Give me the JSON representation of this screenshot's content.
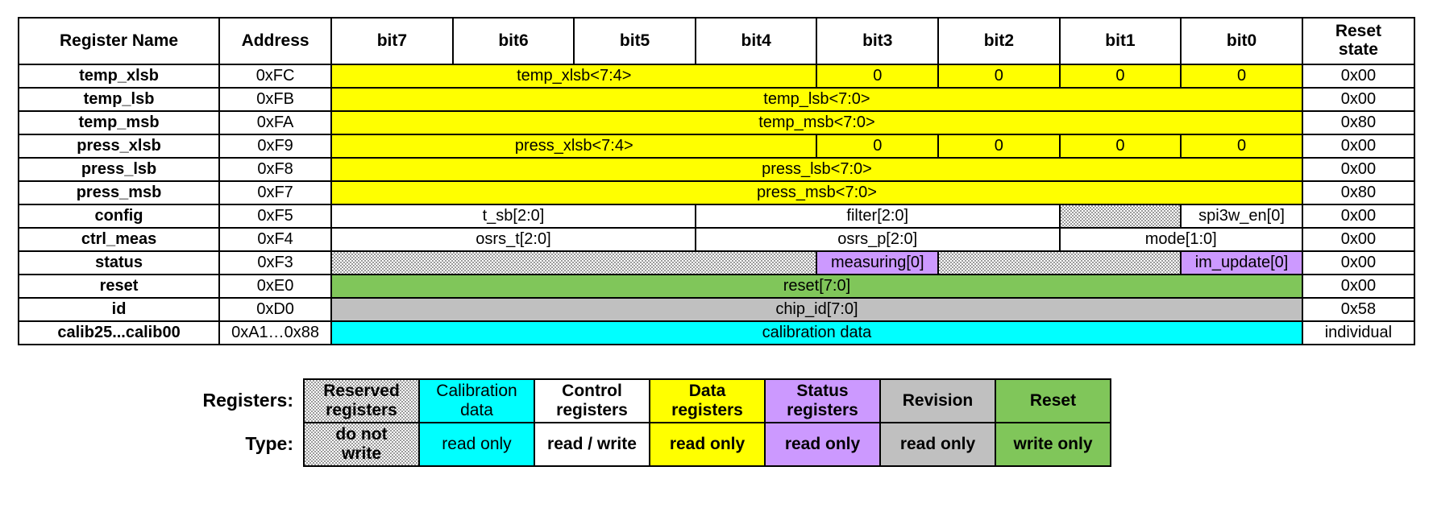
{
  "table": {
    "headers": [
      "Register Name",
      "Address",
      "bit7",
      "bit6",
      "bit5",
      "bit4",
      "bit3",
      "bit2",
      "bit1",
      "bit0",
      "Reset state"
    ],
    "header_reset_line1": "Reset",
    "header_reset_line2": "state",
    "rows": [
      {
        "name": "temp_xlsb",
        "address": "0xFC",
        "reset": "0x00",
        "cells": [
          {
            "text": "temp_xlsb<7:4>",
            "span": 4,
            "fill": "data"
          },
          {
            "text": "0",
            "span": 1,
            "fill": "data"
          },
          {
            "text": "0",
            "span": 1,
            "fill": "data"
          },
          {
            "text": "0",
            "span": 1,
            "fill": "data"
          },
          {
            "text": "0",
            "span": 1,
            "fill": "data"
          }
        ]
      },
      {
        "name": "temp_lsb",
        "address": "0xFB",
        "reset": "0x00",
        "cells": [
          {
            "text": "temp_lsb<7:0>",
            "span": 8,
            "fill": "data"
          }
        ]
      },
      {
        "name": "temp_msb",
        "address": "0xFA",
        "reset": "0x80",
        "cells": [
          {
            "text": "temp_msb<7:0>",
            "span": 8,
            "fill": "data"
          }
        ]
      },
      {
        "name": "press_xlsb",
        "address": "0xF9",
        "reset": "0x00",
        "cells": [
          {
            "text": "press_xlsb<7:4>",
            "span": 4,
            "fill": "data"
          },
          {
            "text": "0",
            "span": 1,
            "fill": "data"
          },
          {
            "text": "0",
            "span": 1,
            "fill": "data"
          },
          {
            "text": "0",
            "span": 1,
            "fill": "data"
          },
          {
            "text": "0",
            "span": 1,
            "fill": "data"
          }
        ]
      },
      {
        "name": "press_lsb",
        "address": "0xF8",
        "reset": "0x00",
        "cells": [
          {
            "text": "press_lsb<7:0>",
            "span": 8,
            "fill": "data"
          }
        ]
      },
      {
        "name": "press_msb",
        "address": "0xF7",
        "reset": "0x80",
        "cells": [
          {
            "text": "press_msb<7:0>",
            "span": 8,
            "fill": "data"
          }
        ]
      },
      {
        "name": "config",
        "address": "0xF5",
        "reset": "0x00",
        "cells": [
          {
            "text": "t_sb[2:0]",
            "span": 3,
            "fill": "control"
          },
          {
            "text": "filter[2:0]",
            "span": 3,
            "fill": "control"
          },
          {
            "text": "",
            "span": 1,
            "fill": "reserved"
          },
          {
            "text": "spi3w_en[0]",
            "span": 1,
            "fill": "control"
          }
        ]
      },
      {
        "name": "ctrl_meas",
        "address": "0xF4",
        "reset": "0x00",
        "cells": [
          {
            "text": "osrs_t[2:0]",
            "span": 3,
            "fill": "control"
          },
          {
            "text": "osrs_p[2:0]",
            "span": 3,
            "fill": "control"
          },
          {
            "text": "mode[1:0]",
            "span": 2,
            "fill": "control"
          }
        ]
      },
      {
        "name": "status",
        "address": "0xF3",
        "reset": "0x00",
        "cells": [
          {
            "text": "",
            "span": 4,
            "fill": "reserved"
          },
          {
            "text": "measuring[0]",
            "span": 1,
            "fill": "status"
          },
          {
            "text": "",
            "span": 2,
            "fill": "reserved"
          },
          {
            "text": "im_update[0]",
            "span": 1,
            "fill": "status"
          }
        ]
      },
      {
        "name": "reset",
        "address": "0xE0",
        "reset": "0x00",
        "cells": [
          {
            "text": "reset[7:0]",
            "span": 8,
            "fill": "reset"
          }
        ]
      },
      {
        "name": "id",
        "address": "0xD0",
        "reset": "0x58",
        "cells": [
          {
            "text": "chip_id[7:0]",
            "span": 8,
            "fill": "rev"
          }
        ]
      },
      {
        "name": "calib25...calib00",
        "address": "0xA1…0x88",
        "reset": "individual",
        "cells": [
          {
            "text": "calibration data",
            "span": 8,
            "fill": "calib"
          }
        ]
      }
    ]
  },
  "legend": {
    "row_labels": {
      "registers": "Registers:",
      "type": "Type:"
    },
    "entries": [
      {
        "registers_line1": "Reserved",
        "registers_line2": "registers",
        "type_line1": "do not",
        "type_line2": "write",
        "fill": "reserved",
        "type_bold": true,
        "reg_bold": true
      },
      {
        "registers_line1": "Calibration",
        "registers_line2": "data",
        "type_line1": "read only",
        "type_line2": "",
        "fill": "calib",
        "type_bold": false,
        "reg_bold": false
      },
      {
        "registers_line1": "Control",
        "registers_line2": "registers",
        "type_line1": "read / write",
        "type_line2": "",
        "fill": "control",
        "type_bold": true,
        "reg_bold": true
      },
      {
        "registers_line1": "Data",
        "registers_line2": "registers",
        "type_line1": "read only",
        "type_line2": "",
        "fill": "data",
        "type_bold": true,
        "reg_bold": true
      },
      {
        "registers_line1": "Status",
        "registers_line2": "registers",
        "type_line1": "read only",
        "type_line2": "",
        "fill": "status",
        "type_bold": true,
        "reg_bold": true
      },
      {
        "registers_line1": "Revision",
        "registers_line2": "",
        "type_line1": "read only",
        "type_line2": "",
        "fill": "rev",
        "type_bold": true,
        "reg_bold": true
      },
      {
        "registers_line1": "Reset",
        "registers_line2": "",
        "type_line1": "write only",
        "type_line2": "",
        "fill": "reset",
        "type_bold": true,
        "reg_bold": true
      }
    ]
  },
  "colors": {
    "data_registers": "#ffff00",
    "status_registers": "#cc99ff",
    "reset_registers": "#80c65a",
    "revision_registers": "#c0c0c0",
    "calibration_data": "#00ffff",
    "control_registers": "#ffffff",
    "reserved_registers": "#9a9a9a"
  }
}
